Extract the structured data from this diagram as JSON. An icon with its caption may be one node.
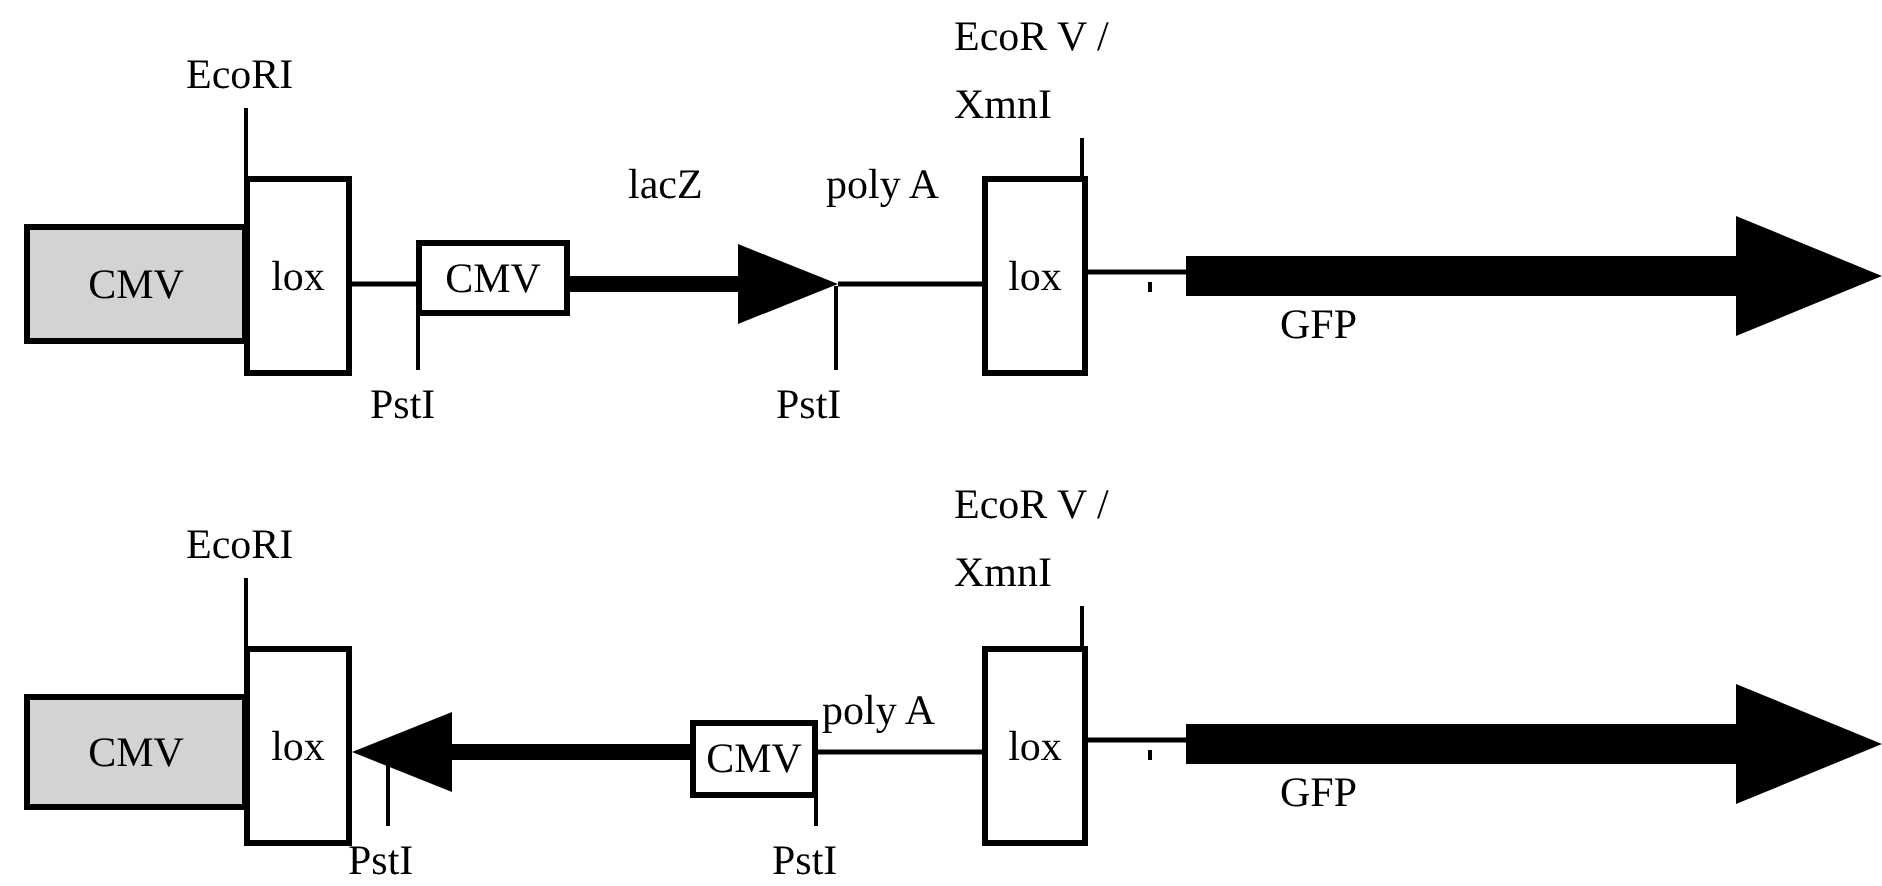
{
  "diagram": {
    "nodes": [
      {
        "text": [
          "EcoRI"
        ]
      },
      {
        "text": [
          "EcoR V / XmnI"
        ]
      },
      {
        "text": [
          "CMV"
        ]
      },
      {
        "text": [
          "lox"
        ]
      },
      {
        "text": [
          "CMV"
        ]
      },
      {
        "text": [
          "lacZ"
        ]
      },
      {
        "text": [
          "lox"
        ]
      },
      {
        "text": [
          "GFP"
        ]
      },
      {
        "text": [
          "PstI"
        ]
      },
      {
        "text": [
          "PstI"
        ]
      },
      {
        "text": [
          "EcoRI"
        ]
      },
      {
        "text": [
          "EcoR V / XmnI"
        ]
      },
      {
        "text": [
          "CMV"
        ]
      },
      {
        "text": [
          "lox"
        ]
      },
      {
        "text": [
          "CMV"
        ]
      },
      {
        "text": [
          "lox"
        ]
      },
      {
        "text": [
          "GFP"
        ]
      },
      {
        "text": [
          "PstI"
        ]
      },
      {
        "text": [
          "PstI"
        ]
      }
    ],
    "edges": [
      {
        "from": 0,
        "to": 3,
        "arrow": "none"
      },
      {
        "from": 1,
        "to": 6,
        "arrow": "none"
      },
      {
        "from": 3,
        "to": 4,
        "arrow": "none"
      },
      {
        "from": 5,
        "to": 6,
        "arrow": "none",
        "label": "poly A"
      },
      {
        "from": 6,
        "to": 7,
        "arrow": "none"
      },
      {
        "from": 8,
        "to": 4,
        "arrow": "none"
      },
      {
        "from": 9,
        "to": 5,
        "arrow": "none"
      },
      {
        "from": 10,
        "to": 13,
        "arrow": "none"
      },
      {
        "from": 11,
        "to": 15,
        "arrow": "none"
      },
      {
        "from": 14,
        "to": 13,
        "arrow": "to",
        "style": "thick"
      },
      {
        "from": 14,
        "to": 15,
        "arrow": "none",
        "label": "poly A"
      },
      {
        "from": 15,
        "to": 16,
        "arrow": "none"
      },
      {
        "from": 17,
        "to": null,
        "arrow": "none"
      },
      {
        "from": 18,
        "to": 14,
        "arrow": "none"
      }
    ]
  }
}
